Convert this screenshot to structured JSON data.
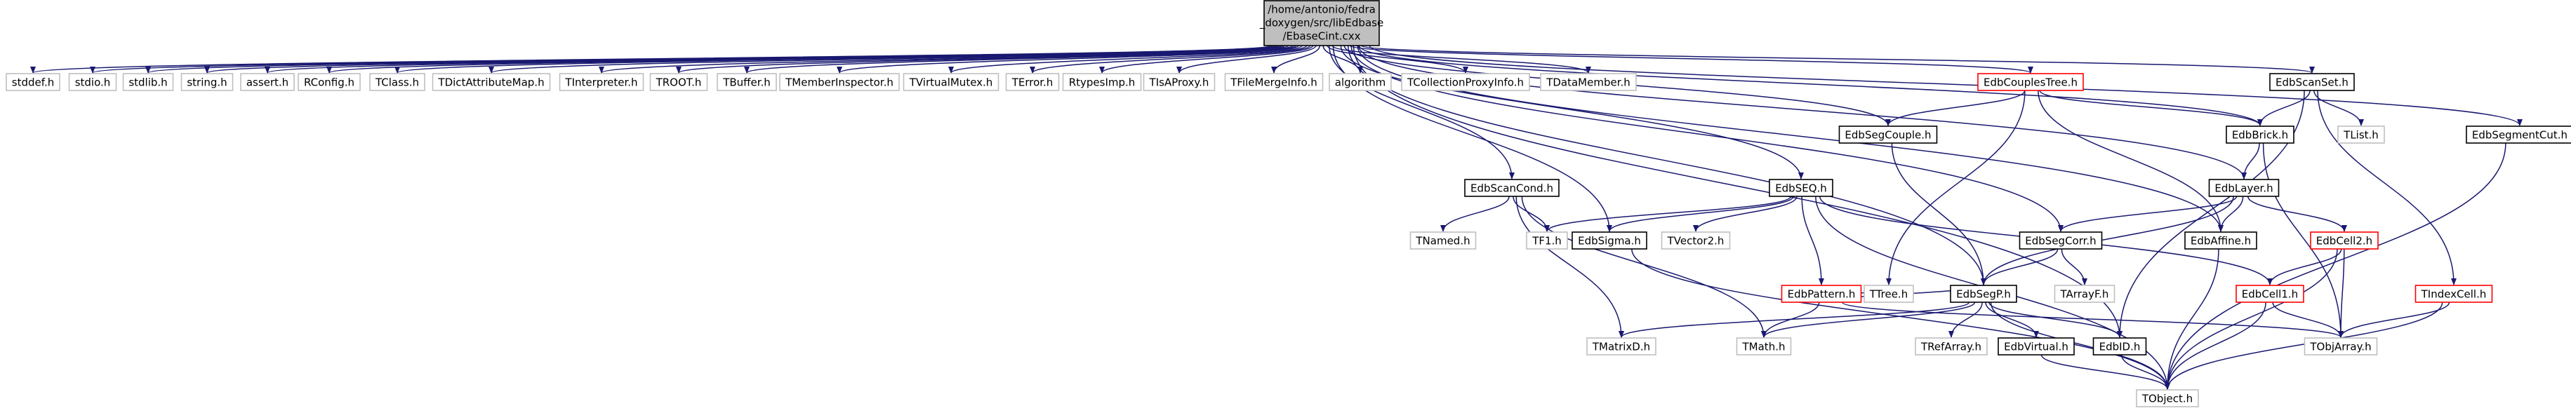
{
  "colors": {
    "edge": "#191970",
    "root_fill": "#bfbfbf",
    "root_border": "#000000",
    "documented_border": "#000000",
    "undocumented_border": "#bfbfbf",
    "incomplete_border": "#ff0000"
  },
  "root": {
    "name": "root",
    "lines": [
      "/home/antonio/fedra",
      "_doxygen/src/libEdbase",
      "/EbaseCint.cxx"
    ],
    "kind": "root"
  },
  "nodes": [
    {
      "name": "stddef",
      "label": "stddef.h",
      "kind": "undocumented"
    },
    {
      "name": "stdio",
      "label": "stdio.h",
      "kind": "undocumented"
    },
    {
      "name": "stdlib",
      "label": "stdlib.h",
      "kind": "undocumented"
    },
    {
      "name": "string",
      "label": "string.h",
      "kind": "undocumented"
    },
    {
      "name": "assert",
      "label": "assert.h",
      "kind": "undocumented"
    },
    {
      "name": "RConfig",
      "label": "RConfig.h",
      "kind": "undocumented"
    },
    {
      "name": "TClass",
      "label": "TClass.h",
      "kind": "undocumented"
    },
    {
      "name": "TDictAttributeMap",
      "label": "TDictAttributeMap.h",
      "kind": "undocumented"
    },
    {
      "name": "TInterpreter",
      "label": "TInterpreter.h",
      "kind": "undocumented"
    },
    {
      "name": "TROOT",
      "label": "TROOT.h",
      "kind": "undocumented"
    },
    {
      "name": "TBuffer",
      "label": "TBuffer.h",
      "kind": "undocumented"
    },
    {
      "name": "TMemberInspector",
      "label": "TMemberInspector.h",
      "kind": "undocumented"
    },
    {
      "name": "TVirtualMutex",
      "label": "TVirtualMutex.h",
      "kind": "undocumented"
    },
    {
      "name": "TError",
      "label": "TError.h",
      "kind": "undocumented"
    },
    {
      "name": "RtypesImp",
      "label": "RtypesImp.h",
      "kind": "undocumented"
    },
    {
      "name": "TIsAProxy",
      "label": "TIsAProxy.h",
      "kind": "undocumented"
    },
    {
      "name": "TFileMergeInfo",
      "label": "TFileMergeInfo.h",
      "kind": "undocumented"
    },
    {
      "name": "algorithm",
      "label": "algorithm",
      "kind": "undocumented"
    },
    {
      "name": "TCollectionProxyInfo",
      "label": "TCollectionProxyInfo.h",
      "kind": "undocumented"
    },
    {
      "name": "TDataMember",
      "label": "TDataMember.h",
      "kind": "undocumented"
    },
    {
      "name": "EdbCouplesTree",
      "label": "EdbCouplesTree.h",
      "kind": "incomplete"
    },
    {
      "name": "EdbScanSet",
      "label": "EdbScanSet.h",
      "kind": "documented"
    },
    {
      "name": "EdbSegCouple",
      "label": "EdbSegCouple.h",
      "kind": "documented"
    },
    {
      "name": "EdbBrick",
      "label": "EdbBrick.h",
      "kind": "documented"
    },
    {
      "name": "TList",
      "label": "TList.h",
      "kind": "undocumented"
    },
    {
      "name": "EdbSegmentCut",
      "label": "EdbSegmentCut.h",
      "kind": "documented"
    },
    {
      "name": "EdbScanCond",
      "label": "EdbScanCond.h",
      "kind": "documented"
    },
    {
      "name": "EdbSEQ",
      "label": "EdbSEQ.h",
      "kind": "documented"
    },
    {
      "name": "EdbLayer",
      "label": "EdbLayer.h",
      "kind": "documented"
    },
    {
      "name": "TNamed",
      "label": "TNamed.h",
      "kind": "undocumented"
    },
    {
      "name": "TF1",
      "label": "TF1.h",
      "kind": "undocumented"
    },
    {
      "name": "EdbSigma",
      "label": "EdbSigma.h",
      "kind": "documented"
    },
    {
      "name": "TVector2",
      "label": "TVector2.h",
      "kind": "undocumented"
    },
    {
      "name": "EdbSegCorr",
      "label": "EdbSegCorr.h",
      "kind": "documented"
    },
    {
      "name": "EdbAffine",
      "label": "EdbAffine.h",
      "kind": "documented"
    },
    {
      "name": "EdbCell2",
      "label": "EdbCell2.h",
      "kind": "incomplete"
    },
    {
      "name": "EdbPattern",
      "label": "EdbPattern.h",
      "kind": "incomplete"
    },
    {
      "name": "TTree",
      "label": "TTree.h",
      "kind": "undocumented"
    },
    {
      "name": "EdbSegP",
      "label": "EdbSegP.h",
      "kind": "documented"
    },
    {
      "name": "TArrayF",
      "label": "TArrayF.h",
      "kind": "undocumented"
    },
    {
      "name": "EdbCell1",
      "label": "EdbCell1.h",
      "kind": "incomplete"
    },
    {
      "name": "TIndexCell",
      "label": "TIndexCell.h",
      "kind": "incomplete"
    },
    {
      "name": "TMatrixD",
      "label": "TMatrixD.h",
      "kind": "undocumented"
    },
    {
      "name": "TMath",
      "label": "TMath.h",
      "kind": "undocumented"
    },
    {
      "name": "TRefArray",
      "label": "TRefArray.h",
      "kind": "undocumented"
    },
    {
      "name": "EdbVirtual",
      "label": "EdbVirtual.h",
      "kind": "documented"
    },
    {
      "name": "EdbID",
      "label": "EdbID.h",
      "kind": "documented"
    },
    {
      "name": "TObjArray",
      "label": "TObjArray.h",
      "kind": "undocumented"
    },
    {
      "name": "TObject",
      "label": "TObject.h",
      "kind": "undocumented"
    }
  ],
  "edges": [
    [
      "root",
      "stddef"
    ],
    [
      "root",
      "stdio"
    ],
    [
      "root",
      "stdlib"
    ],
    [
      "root",
      "string"
    ],
    [
      "root",
      "assert"
    ],
    [
      "root",
      "RConfig"
    ],
    [
      "root",
      "TClass"
    ],
    [
      "root",
      "TDictAttributeMap"
    ],
    [
      "root",
      "TInterpreter"
    ],
    [
      "root",
      "TROOT"
    ],
    [
      "root",
      "TBuffer"
    ],
    [
      "root",
      "TMemberInspector"
    ],
    [
      "root",
      "TVirtualMutex"
    ],
    [
      "root",
      "TError"
    ],
    [
      "root",
      "RtypesImp"
    ],
    [
      "root",
      "TIsAProxy"
    ],
    [
      "root",
      "TFileMergeInfo"
    ],
    [
      "root",
      "algorithm"
    ],
    [
      "root",
      "TCollectionProxyInfo"
    ],
    [
      "root",
      "TDataMember"
    ],
    [
      "root",
      "EdbCouplesTree"
    ],
    [
      "root",
      "EdbScanSet"
    ],
    [
      "root",
      "EdbSegCouple"
    ],
    [
      "root",
      "EdbBrick"
    ],
    [
      "root",
      "EdbSegmentCut"
    ],
    [
      "root",
      "EdbScanCond"
    ],
    [
      "root",
      "EdbSEQ"
    ],
    [
      "root",
      "EdbLayer"
    ],
    [
      "root",
      "EdbSigma"
    ],
    [
      "root",
      "EdbSegCorr"
    ],
    [
      "root",
      "EdbAffine"
    ],
    [
      "root",
      "EdbSegP"
    ],
    [
      "root",
      "EdbID"
    ],
    [
      "EdbCouplesTree",
      "EdbSegCouple"
    ],
    [
      "EdbCouplesTree",
      "EdbBrick"
    ],
    [
      "EdbCouplesTree",
      "TTree"
    ],
    [
      "EdbCouplesTree",
      "EdbAffine"
    ],
    [
      "EdbScanSet",
      "EdbBrick"
    ],
    [
      "EdbScanSet",
      "TList"
    ],
    [
      "EdbScanSet",
      "EdbID"
    ],
    [
      "EdbScanSet",
      "TIndexCell"
    ],
    [
      "EdbSegCouple",
      "EdbSegP"
    ],
    [
      "EdbBrick",
      "EdbLayer"
    ],
    [
      "EdbBrick",
      "TObjArray"
    ],
    [
      "EdbScanCond",
      "TNamed"
    ],
    [
      "EdbScanCond",
      "TF1"
    ],
    [
      "EdbScanCond",
      "TMatrixD"
    ],
    [
      "EdbScanCond",
      "TMath"
    ],
    [
      "EdbSEQ",
      "TF1"
    ],
    [
      "EdbSEQ",
      "EdbSigma"
    ],
    [
      "EdbSEQ",
      "TVector2"
    ],
    [
      "EdbSEQ",
      "EdbPattern"
    ],
    [
      "EdbSEQ",
      "EdbCell1"
    ],
    [
      "EdbSEQ",
      "TObject"
    ],
    [
      "EdbLayer",
      "EdbSegCorr"
    ],
    [
      "EdbLayer",
      "EdbAffine"
    ],
    [
      "EdbLayer",
      "EdbCell2"
    ],
    [
      "EdbLayer",
      "EdbSegP"
    ],
    [
      "EdbSigma",
      "TObject"
    ],
    [
      "EdbSegCorr",
      "EdbSegP"
    ],
    [
      "EdbSegCorr",
      "TArrayF"
    ],
    [
      "EdbAffine",
      "TObject"
    ],
    [
      "EdbCell2",
      "EdbCell1"
    ],
    [
      "EdbCell2",
      "TObjArray"
    ],
    [
      "EdbCell2",
      "TObject"
    ],
    [
      "EdbPattern",
      "TTree"
    ],
    [
      "EdbPattern",
      "EdbSegP"
    ],
    [
      "EdbPattern",
      "TMath"
    ],
    [
      "EdbPattern",
      "TObjArray"
    ],
    [
      "EdbSegP",
      "TMatrixD"
    ],
    [
      "EdbSegP",
      "TMath"
    ],
    [
      "EdbSegP",
      "TRefArray"
    ],
    [
      "EdbSegP",
      "EdbVirtual"
    ],
    [
      "EdbSegP",
      "EdbID"
    ],
    [
      "EdbSegP",
      "TObject"
    ],
    [
      "EdbCell1",
      "TObjArray"
    ],
    [
      "EdbCell1",
      "TObject"
    ],
    [
      "TIndexCell",
      "TObjArray"
    ],
    [
      "TIndexCell",
      "TObject"
    ],
    [
      "EdbVirtual",
      "TObject"
    ],
    [
      "EdbID",
      "TObject"
    ],
    [
      "EdbSegmentCut",
      "TObject"
    ]
  ]
}
